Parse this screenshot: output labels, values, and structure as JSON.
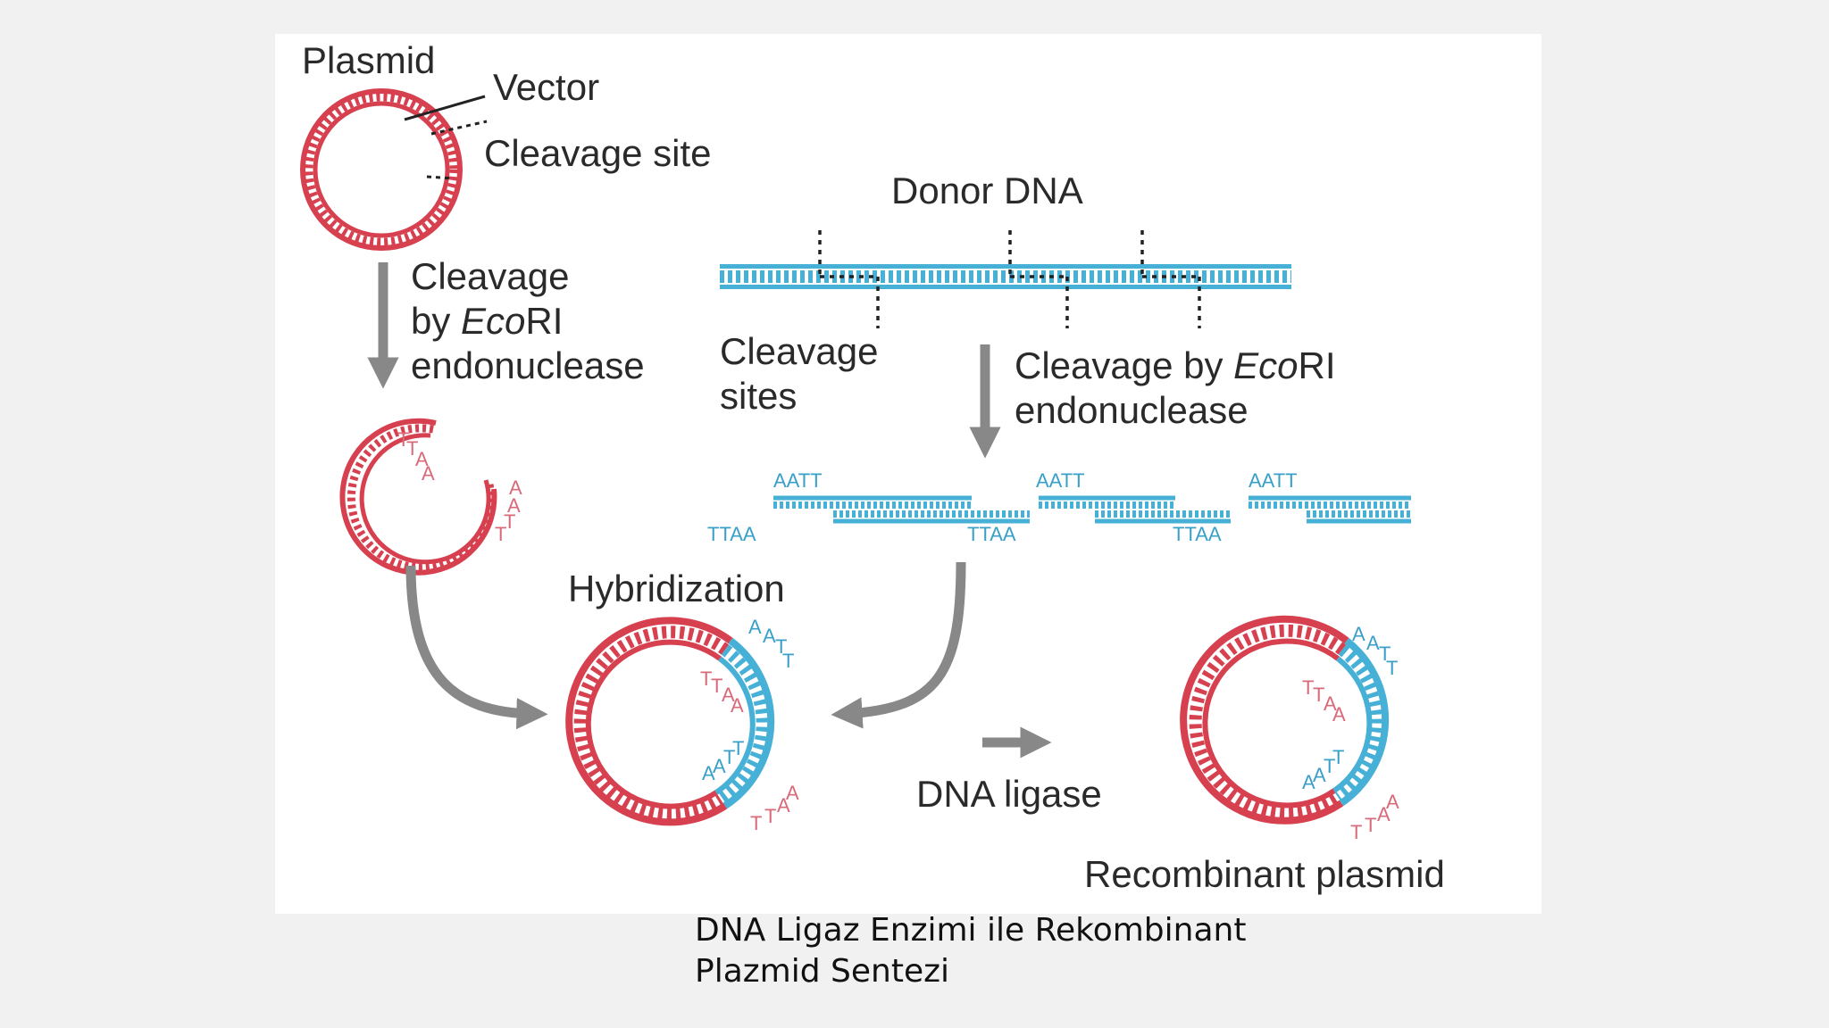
{
  "labels": {
    "plasmid": "Plasmid",
    "vector": "Vector",
    "cleavage_site": "Cleavage site",
    "donor_dna": "Donor DNA",
    "cleavage_by_line1": "Cleavage",
    "cleavage_by_line2_prefix": "by ",
    "cleavage_by_line2_enzyme": "Eco",
    "cleavage_by_line2_suffix": "RI",
    "cleavage_by_line3": "endonuclease",
    "cleavage_sites_line1": "Cleavage",
    "cleavage_sites_line2": "sites",
    "donor_cleavage_prefix": "Cleavage by ",
    "donor_cleavage_enzyme": "Eco",
    "donor_cleavage_suffix": "RI",
    "donor_cleavage_line2": "endonuclease",
    "hybridization": "Hybridization",
    "dna_ligase": "DNA ligase",
    "recombinant_plasmid": "Recombinant plasmid"
  },
  "sequences": {
    "aatt": "AATT",
    "ttaa": "TTAA",
    "t": "T",
    "a": "A"
  },
  "caption": {
    "line1": "DNA Ligaz Enzimi ile Rekombinant",
    "line2": "Plazmid Sentezi"
  },
  "colors": {
    "plasmid_red": "#d6404f",
    "donor_blue": "#46b0d6",
    "arrow_gray": "#888888"
  }
}
